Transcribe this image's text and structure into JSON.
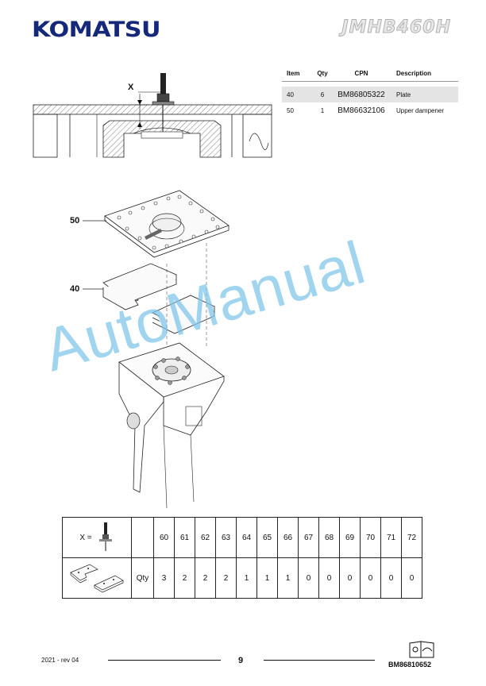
{
  "header": {
    "brand": "KOMATSU",
    "model": "JMHB460H"
  },
  "parts_table": {
    "headers": {
      "item": "Item",
      "qty": "Qty",
      "cpn": "CPN",
      "description": "Description"
    },
    "rows": [
      {
        "item": "40",
        "qty": "6",
        "cpn": "BM86805322",
        "description": "Plate"
      },
      {
        "item": "50",
        "qty": "1",
        "cpn": "BM86632106",
        "description": "Upper dampener"
      }
    ]
  },
  "diagram": {
    "x_label": "X",
    "callouts": [
      "50",
      "40"
    ]
  },
  "watermark": "AutoManual",
  "qty_table": {
    "x_label": "X =",
    "qty_label": "Qty",
    "columns": [
      "60",
      "61",
      "62",
      "63",
      "64",
      "65",
      "66",
      "67",
      "68",
      "69",
      "70",
      "71",
      "72"
    ],
    "quantities": [
      "3",
      "2",
      "2",
      "2",
      "1",
      "1",
      "1",
      "0",
      "0",
      "0",
      "0",
      "0",
      "0"
    ]
  },
  "footer": {
    "left": "2021 - rev 04",
    "page": "9",
    "doc_code": "BM86810652"
  }
}
